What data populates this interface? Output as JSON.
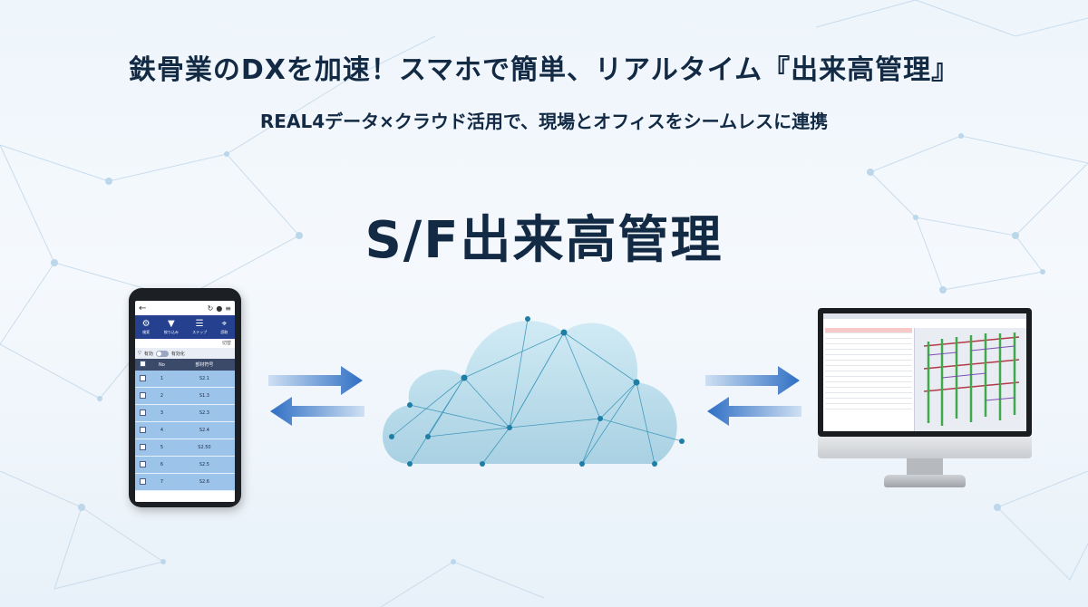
{
  "headline": "鉄骨業のDXを加速！スマホで簡単、リアルタイム『出来高管理』",
  "subline": "REAL4データ×クラウド活用で、現場とオフィスをシームレスに連携",
  "product_name": "S/F出来高管理",
  "colors": {
    "title": "#132a45",
    "arrow": "#2f6fc4",
    "cloud": "#3aa6c8",
    "phone_header": "#24408e",
    "phone_row": "#9cc3ea"
  },
  "phone": {
    "back_icon": "arrow-left-icon",
    "toolbar": [
      {
        "icon": "gear-icon",
        "label": "検索"
      },
      {
        "icon": "filter-icon",
        "label": "絞り込み"
      },
      {
        "icon": "list-icon",
        "label": "ステップ"
      },
      {
        "icon": "qr-icon",
        "label": "読取"
      }
    ],
    "mode_label": "切替",
    "filter_label": "有効",
    "filter_toggle_label": "有効化",
    "columns": [
      "No",
      "部材符号"
    ],
    "rows": [
      {
        "no": "1",
        "code": "S2.1"
      },
      {
        "no": "2",
        "code": "S1.3"
      },
      {
        "no": "3",
        "code": "S2.3"
      },
      {
        "no": "4",
        "code": "S2.4"
      },
      {
        "no": "5",
        "code": "S2.50"
      },
      {
        "no": "6",
        "code": "S2.5"
      },
      {
        "no": "7",
        "code": "S2.6"
      }
    ]
  },
  "cloud_icon": "cloud-network-icon",
  "monitor_icon": "desktop-monitor-icon",
  "arrows": [
    "sync-arrows-left",
    "sync-arrows-right"
  ]
}
